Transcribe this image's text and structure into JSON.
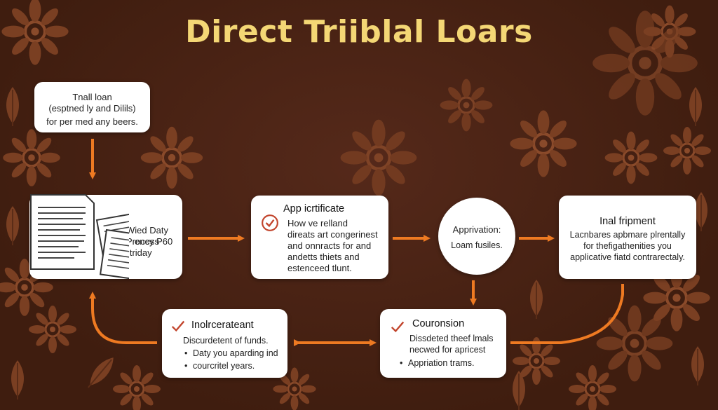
{
  "title": "Direct Triiblal Loars",
  "colors": {
    "background": "#4a2412",
    "title": "#f4d775",
    "arrow": "#ee7a22",
    "check": "#c2452d"
  },
  "nodes": {
    "trial_loan": {
      "lines": [
        "Tnall loan",
        "(esptned ly and Dilils)",
        "for per med any beers."
      ]
    },
    "process": {
      "lines": [
        "Wied Daty Process",
        "ency P60",
        "a triday"
      ]
    },
    "certificate": {
      "heading": "App icrtificate",
      "lines": [
        "How ve relland",
        "direats art congerinest",
        "and onnracts for and",
        "andetts thiets and",
        "estenceed tlunt."
      ]
    },
    "approval": {
      "lines": [
        "Apprivation:",
        "Loam fusiles."
      ]
    },
    "final": {
      "heading": "Inal fripment",
      "lines": [
        "Lacnbares apbmare plrentally",
        "for thefigathenities you",
        "applicative fiatd contrarectaly."
      ]
    },
    "incorporate": {
      "heading": "Inolrcerateant",
      "lines": [
        "Discurdetent of funds."
      ],
      "bullets": [
        "Daty you aparding ind",
        "courcritel years."
      ]
    },
    "conversion": {
      "heading": "Couronsion",
      "lines": [
        "Dissdeted theef lmals",
        "necwed for apricest"
      ],
      "bullets": [
        "Appriation trams."
      ]
    }
  },
  "icons": [
    "document-stack-icon",
    "check-circle-icon",
    "check-mark-icon",
    "arrow-icon"
  ]
}
